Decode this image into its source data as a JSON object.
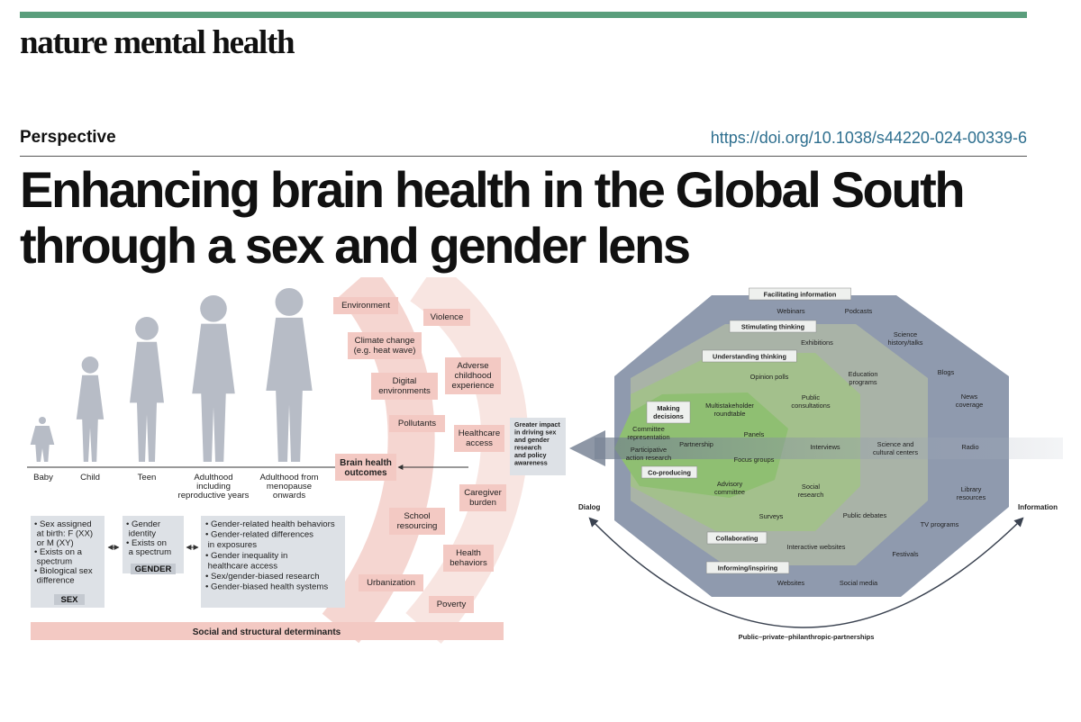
{
  "header": {
    "journal": "nature mental health",
    "section": "Perspective",
    "doi": "https://doi.org/10.1038/s44220-024-00339-6"
  },
  "title": {
    "line1": "Enhancing brain health in the Global South",
    "line2": "through a sex and gender lens"
  },
  "figure_left": {
    "life_stages": [
      [
        "Baby"
      ],
      [
        "Child"
      ],
      [
        "Teen"
      ],
      [
        "Adulthood",
        "including",
        "reproductive years"
      ],
      [
        "Adulthood from",
        "menopause",
        "onwards"
      ]
    ],
    "left_column": [
      [
        "Environment"
      ],
      [
        "Climate change",
        "(e.g. heat wave)"
      ],
      [
        "Digital",
        "environments"
      ],
      [
        "Pollutants"
      ],
      [
        "School",
        "resourcing"
      ],
      [
        "Urbanization"
      ]
    ],
    "right_column": [
      [
        "Violence"
      ],
      [
        "Adverse",
        "childhood",
        "experience"
      ],
      [
        "Healthcare",
        "access"
      ],
      [
        "Caregiver",
        "burden"
      ],
      [
        "Health",
        "behaviors"
      ],
      [
        "Poverty"
      ]
    ],
    "outcome": [
      "Brain health",
      "outcomes"
    ],
    "sex_box": {
      "lines": [
        "• Sex assigned",
        "  at birth: F (XX)",
        "  or M (XY)",
        "• Exists on a",
        "  spectrum",
        "• Biological sex",
        "  difference"
      ],
      "label": "SEX"
    },
    "gender_box": {
      "lines": [
        "• Gender",
        "  identity",
        "• Exists on",
        "  a spectrum"
      ],
      "label": "GENDER"
    },
    "gender_related_box": {
      "lines": [
        "• Gender-related health behaviors",
        "• Gender-related differences",
        "  in exposures",
        "• Gender inequality in",
        "  healthcare access",
        "• Sex/gender-biased research",
        "• Gender-biased health systems"
      ]
    },
    "footer_bar": "Social and structural determinants",
    "greater_impact": [
      "Greater impact",
      "in driving sex",
      "and gender",
      "research",
      "and policy",
      "awareness"
    ]
  },
  "figure_right": {
    "colors": {
      "outer": "#8f9aae",
      "mid": "#a9b3a7",
      "inner": "#a3c08c",
      "core": "#8fbf72"
    },
    "layer_labels": [
      "Facilitating information",
      "Stimulating thinking",
      "Understanding thinking",
      "Making decisions",
      "Co-producing",
      "Collaborating",
      "Informing/inspiring"
    ],
    "items": {
      "webinars": "Webinars",
      "podcasts": "Podcasts",
      "exhibitions": "Exhibitions",
      "science_history": [
        "Science",
        "history/talks"
      ],
      "opinion_polls": "Opinion polls",
      "education_programs": [
        "Education",
        "programs"
      ],
      "blogs": "Blogs",
      "multistakeholder": [
        "Multistakeholder",
        "roundtable"
      ],
      "public_consultations": [
        "Public",
        "consultations"
      ],
      "news_coverage": [
        "News",
        "coverage"
      ],
      "committee_representation": [
        "Committee",
        "representation"
      ],
      "panels": "Panels",
      "partnership": "Partnership",
      "participative_action": [
        "Participative",
        "action research"
      ],
      "interviews": "Interviews",
      "science_cultural": [
        "Science and",
        "cultural centers"
      ],
      "radio": "Radio",
      "focus_groups": "Focus groups",
      "advisory_committee": [
        "Advisory",
        "committee"
      ],
      "social_research": [
        "Social",
        "research"
      ],
      "library_resources": [
        "Library",
        "resources"
      ],
      "surveys": "Surveys",
      "public_debates": "Public debates",
      "tv_programs": "TV programs",
      "interactive_websites": "Interactive websites",
      "festivals": "Festivals",
      "websites": "Websites",
      "social_media": "Social media"
    },
    "dialog": "Dialog",
    "information": "Information",
    "partnerships": "Public–private–philanthropic-partnerships"
  }
}
